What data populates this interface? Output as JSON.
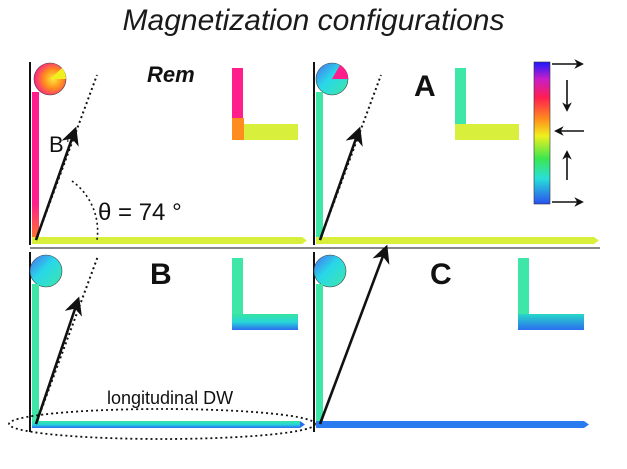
{
  "title": "Magnetization configurations",
  "panels": [
    {
      "label": "Rem"
    },
    {
      "label": "A"
    },
    {
      "label": "B"
    },
    {
      "label": "C"
    }
  ],
  "field": {
    "label": "B",
    "superscript": "+",
    "angle_text": "θ = 74 °"
  },
  "wall_label": "longitudinal DW",
  "colors": {
    "magenta": "#ff1e8c",
    "yellow_green": "#d8f03c",
    "aqua_green": "#3ee6a8",
    "cyan": "#28d8e8",
    "blue": "#2a6ef0",
    "orange": "#ff8c1e"
  }
}
